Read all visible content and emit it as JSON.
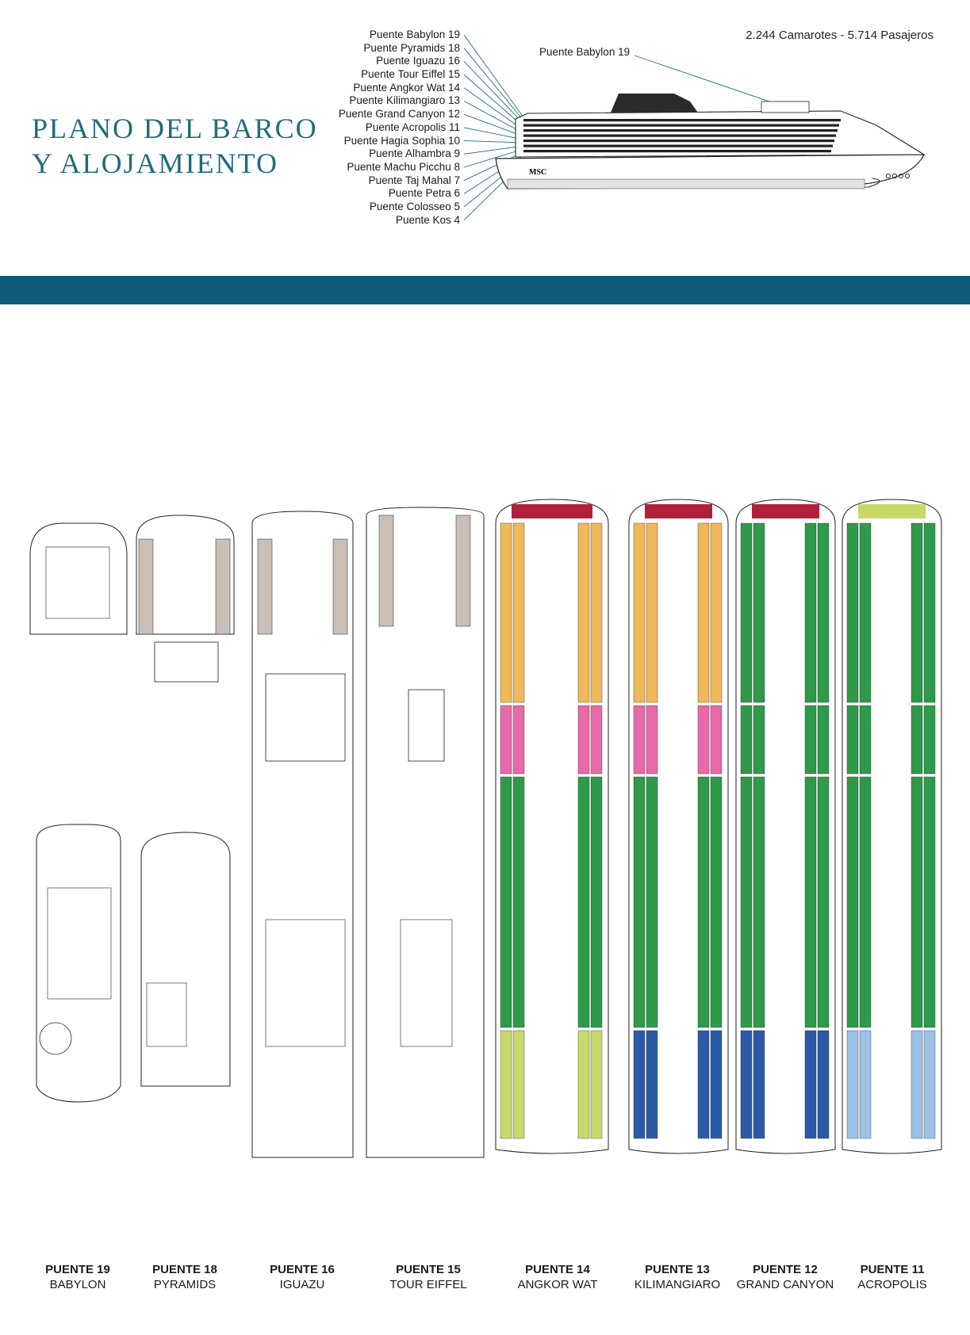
{
  "header": {
    "title_line1": "PLANO DEL BARCO",
    "title_line2": "Y ALOJAMIENTO",
    "summary": "2.244 Camarotes - 5.714 Pasajeros",
    "callout": "Puente Babylon 19"
  },
  "deck_list": [
    "Puente Babylon 19",
    "Puente Pyramids 18",
    "Puente Iguazu 16",
    "Puente Tour Eiffel 15",
    "Puente Angkor Wat 14",
    "Puente Kilimangiaro 13",
    "Puente Grand Canyon 12",
    "Puente Acropolis 11",
    "Puente Hagia Sophia 10",
    "Puente Alhambra 9",
    "Puente Machu Picchu 8",
    "Puente Taj Mahal 7",
    "Puente Petra 6",
    "Puente Colosseo 5",
    "Puente Kos 4"
  ],
  "ship": {
    "brand": "MSC"
  },
  "deck_plans": [
    {
      "number": "PUENTE 19",
      "name": "BABYLON"
    },
    {
      "number": "PUENTE 18",
      "name": "PYRAMIDS"
    },
    {
      "number": "PUENTE 16",
      "name": "IGUAZU"
    },
    {
      "number": "PUENTE 15",
      "name": "TOUR EIFFEL"
    },
    {
      "number": "PUENTE 14",
      "name": "ANGKOR WAT"
    },
    {
      "number": "PUENTE 13",
      "name": "KILIMANGIARO"
    },
    {
      "number": "PUENTE 12",
      "name": "GRAND CANYON"
    },
    {
      "number": "PUENTE 11",
      "name": "ACROPOLIS"
    }
  ],
  "colors": {
    "title": "#1f6b7e",
    "band": "#0f5c78",
    "cabin_green": "#2e9a4a",
    "cabin_orange": "#f0b85a",
    "cabin_pink": "#e86aa8",
    "cabin_blue": "#2a5aa8",
    "cabin_lightblue": "#9cc3e6",
    "cabin_red": "#b0203a",
    "cabin_lime": "#c8d96a",
    "cabin_grey": "#c9bfb6"
  }
}
